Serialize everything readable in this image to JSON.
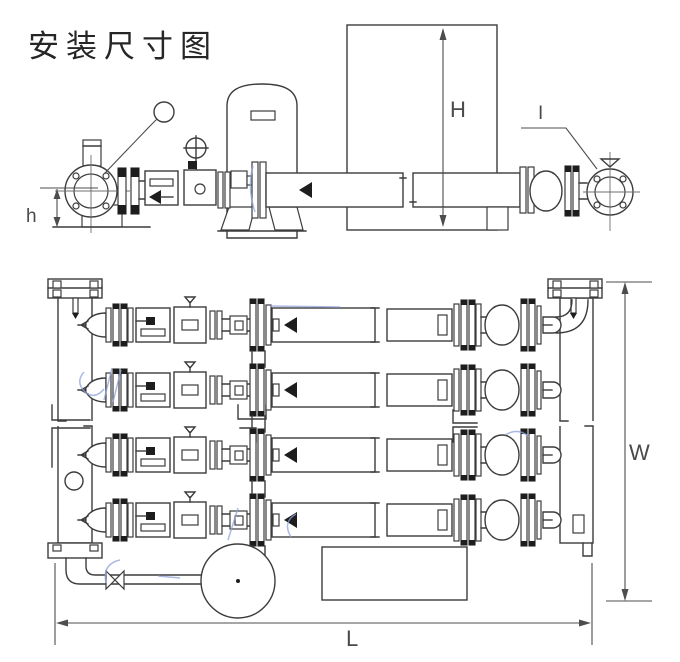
{
  "title": "安装尺寸图",
  "dimension_labels": {
    "H": "H",
    "h": "h",
    "W": "W",
    "L": "L",
    "I": "I"
  },
  "views": {
    "side_elevation": {
      "labels_visible": [
        "h",
        "H",
        "I"
      ],
      "has_callout_balloon": true
    },
    "plan": {
      "labels_visible": [
        "W",
        "L"
      ],
      "pump_train_count": 4
    }
  },
  "colors": {
    "background": "#ffffff",
    "line": "#3c3c3c",
    "dimension": "#4d4d4d",
    "solid_fill": "#1d1d1d",
    "scan_artifact_blue": "#8fa3dc",
    "title_text": "#262626"
  }
}
